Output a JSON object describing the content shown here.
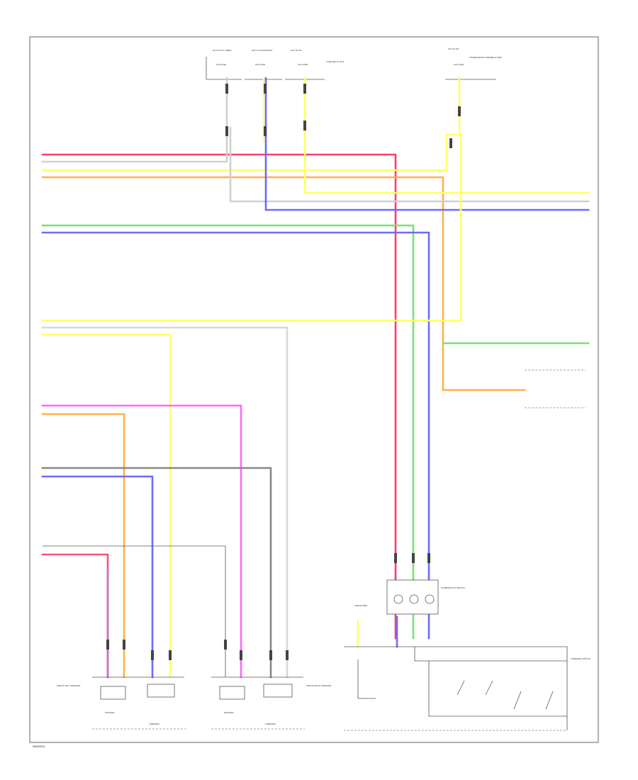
{
  "footer_id": "W0009031",
  "power_sources": [
    {
      "heading": "HOT AT ALL TIMES",
      "fuse": "15A FUSE",
      "note": ""
    },
    {
      "heading": "HOT IN ACCESSORY",
      "fuse": "15A FUSE",
      "note": ""
    },
    {
      "heading": "HOT IN ON",
      "fuse": "10A FUSE",
      "note": "FUSE RELAY BOX"
    },
    {
      "heading": "HOT IN ON",
      "fuse": "10A FUSE",
      "note": "UNDERHOOD FUSE/RELAY BOX"
    }
  ],
  "components": {
    "front_left_speaker": "FRONT LEFT SPEAKER",
    "front_right_speaker": "FRONT RIGHT SPEAKER",
    "woofer_left": "WOOFER",
    "woofer_right": "WOOFER",
    "tweeter_left": "TWEETER",
    "tweeter_right": "TWEETER",
    "combination_switch": "COMBINATION SWITCH",
    "steering_switch": "STEERING SWITCH",
    "cable_reel": "CABLE REEL"
  },
  "wire_colors": {
    "red": "#ff3d6b",
    "white": "#bdbdbd",
    "yellow": "#ffff66",
    "orange": "#ffb04d",
    "green": "#78e078",
    "blue": "#6b6bff",
    "pink": "#ff66ff",
    "gray": "#888888",
    "violet": "#c070d0"
  }
}
